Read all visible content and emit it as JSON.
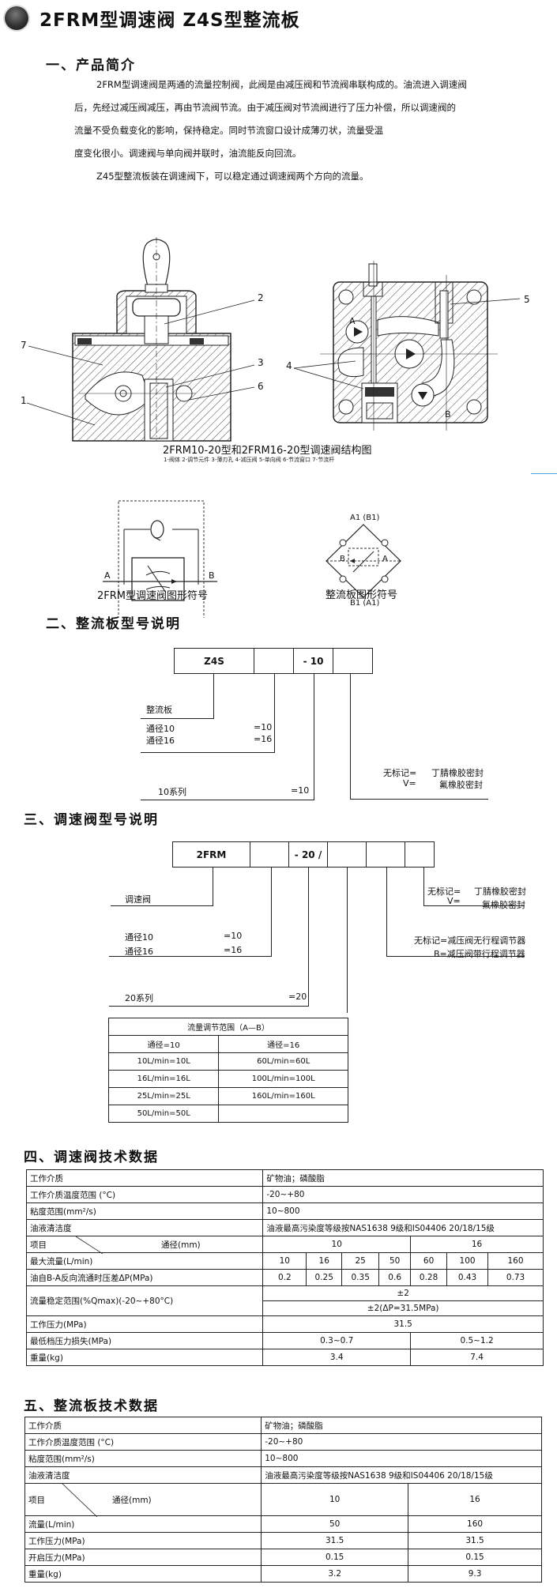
{
  "header": {
    "bullet_icon": "dark-sphere-bullet",
    "title": "2FRM型调速阀  Z4S型整流板"
  },
  "section1": {
    "heading": "一、产品简介",
    "paragraphs": [
      "2FRM型调速阀是两通的流量控制阀，此阀是由减压阀和节流阀串联构成的。油流进入调速阀",
      "后，先经过减压阀减压，再由节流阀节流。由于减压阀对节流阀进行了压力补偿，所以调速阀的",
      "流量不受负载变化的影响，保持稳定。同时节流窗口设计成薄刃状，流量受温",
      "度变化很小。调速阀与单向阀并联时，油流能反向回流。",
      "Z45型整流板装在调速阀下，可以稳定通过调速阀两个方向的流量。"
    ],
    "figure": {
      "left_callouts": [
        "2",
        "7",
        "3",
        "6",
        "1"
      ],
      "right_callouts": [
        "5",
        "4"
      ],
      "port_labels": [
        "A",
        "B"
      ],
      "caption": "2FRM10-20型和2FRM16-20型调速阀结构图",
      "legend": "1-阀体 2-调节元件 3-薄刃孔 4-减压阀  5-单向阀  6-节流窗口  7-节流杆"
    },
    "symbols": {
      "valve_symbol": {
        "port_a": "A",
        "port_b": "B",
        "caption": "2FRM型调速阀图形符号"
      },
      "plate_symbol": {
        "top": "A1 (B1)",
        "bottom": "B1 (A1)",
        "left": "B",
        "right": "A",
        "caption": "整流板图形符号"
      }
    }
  },
  "section2": {
    "heading": "二、整流板型号说明",
    "code_cells": [
      "Z4S",
      "",
      "- 10",
      ""
    ],
    "labels": {
      "plate": "整流板",
      "size10": "通径10",
      "size10_val": "=10",
      "size16": "通径16",
      "size16_val": "=16",
      "series": "10系列",
      "series_val": "=10",
      "seal_none_key": "无标记=",
      "seal_none_val": "丁腈橡胶密封",
      "seal_v_key": "V=",
      "seal_v_val": "氟橡胶密封"
    }
  },
  "section3": {
    "heading": "三、调速阀型号说明",
    "code_cells": [
      "2FRM",
      "",
      "- 20 /",
      "",
      "",
      ""
    ],
    "labels": {
      "valve": "调速阀",
      "size10": "通径10",
      "size10_val": "=10",
      "size16": "通径16",
      "size16_val": "=16",
      "series": "20系列",
      "series_val": "=20",
      "seal_none_key": "无标记=",
      "seal_none_val": "丁腈橡胶密封",
      "seal_v_key": "V=",
      "seal_v_val": "氟橡胶密封",
      "stroke_none": "无标记=减压阀无行程调节器",
      "stroke_b": "B=减压阀带行程调节器"
    },
    "flow_table": {
      "title": "流量调节范围（A—B）",
      "headers": [
        "通径=10",
        "通径=16"
      ],
      "rows": [
        [
          "10L/min=10L",
          "60L/min=60L"
        ],
        [
          "16L/min=16L",
          "100L/min=100L"
        ],
        [
          "25L/min=25L",
          "160L/min=160L"
        ],
        [
          "50L/min=50L",
          ""
        ]
      ]
    }
  },
  "section4": {
    "heading": "四、调速阀技术数据",
    "rows_simple": [
      [
        "工作介质",
        "矿物油；磷酸脂"
      ],
      [
        "工作介质温度范围 (°C)",
        "-20~+80"
      ],
      [
        "粘度范围(mm²/s)",
        "10~800"
      ],
      [
        "油液清洁度",
        "油液最高污染度等级按NAS1638 9级和IS04406 20/18/15级"
      ]
    ],
    "item_label": "项目",
    "bore_label": "通径(mm)",
    "bore_values": [
      "10",
      "16"
    ],
    "max_flow": {
      "label": "最大流量(L/min)",
      "values": [
        "10",
        "16",
        "25",
        "50",
        "60",
        "100",
        "160"
      ]
    },
    "reverse_dp": {
      "label": "油自B-A反向流通时压差ΔP(MPa)",
      "values": [
        "0.2",
        "0.25",
        "0.35",
        "0.6",
        "0.28",
        "0.43",
        "0.73"
      ]
    },
    "flow_stability": {
      "label": "流量稳定范围(%Qmax)(-20~+80°C)",
      "values": [
        "±2",
        "±2(ΔP=31.5MPa)"
      ]
    },
    "work_pressure": {
      "label": "工作压力(MPa)",
      "value": "31.5"
    },
    "min_loss": {
      "label": "最低档压力损失(MPa)",
      "values": [
        "0.3~0.7",
        "0.5~1.2"
      ]
    },
    "weight": {
      "label": "重量(kg)",
      "values": [
        "3.4",
        "7.4"
      ]
    }
  },
  "section5": {
    "heading": "五、整流板技术数据",
    "rows_simple": [
      [
        "工作介质",
        "矿物油；磷酸脂"
      ],
      [
        "工作介质温度范围 (°C)",
        "-20~+80"
      ],
      [
        "粘度范围(mm²/s)",
        "10~800"
      ],
      [
        "油液清洁度",
        "油液最高污染度等级按NAS1638 9级和IS04406 20/18/15级"
      ]
    ],
    "item_label": "项目",
    "bore_label": "通径(mm)",
    "bore_values": [
      "10",
      "16"
    ],
    "rows_values": [
      [
        "流量(L/min)",
        "50",
        "160"
      ],
      [
        "工作压力(MPa)",
        "31.5",
        "31.5"
      ],
      [
        "开启压力(MPa)",
        "0.15",
        "0.15"
      ],
      [
        "重量(kg)",
        "3.2",
        "9.3"
      ]
    ]
  }
}
